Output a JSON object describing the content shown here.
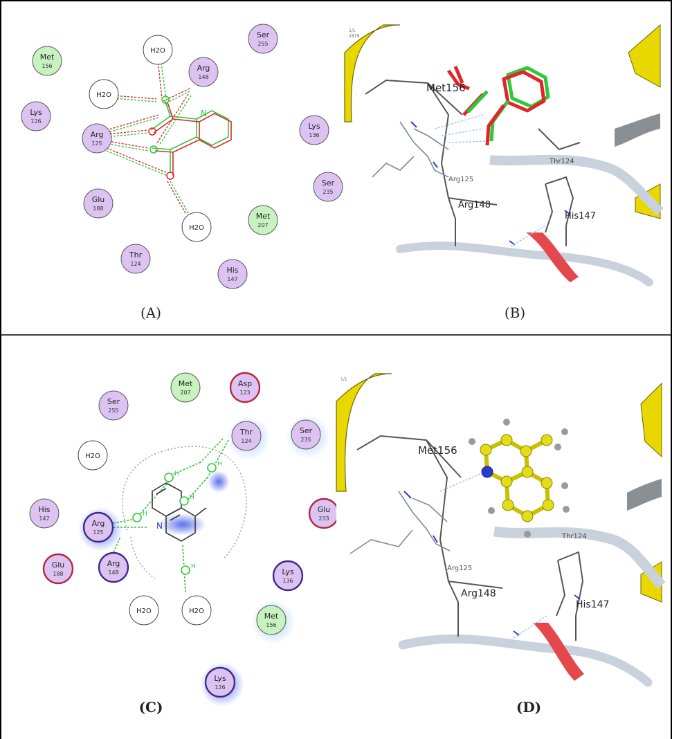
{
  "panels": {
    "A": {
      "caption": "(A)",
      "residues": [
        {
          "name": "Met",
          "num": "156",
          "kind": "hydrophobic"
        },
        {
          "name": "Lys",
          "num": "126",
          "kind": "polar"
        },
        {
          "name": "Arg",
          "num": "125",
          "kind": "polar"
        },
        {
          "name": "Glu",
          "num": "188",
          "kind": "polar"
        },
        {
          "name": "Thr",
          "num": "124",
          "kind": "polar"
        },
        {
          "name": "Arg",
          "num": "148",
          "kind": "polar"
        },
        {
          "name": "Ser",
          "num": "255",
          "kind": "polar"
        },
        {
          "name": "Lys",
          "num": "136",
          "kind": "polar"
        },
        {
          "name": "Ser",
          "num": "235",
          "kind": "polar"
        },
        {
          "name": "Met",
          "num": "207",
          "kind": "hydrophobic"
        },
        {
          "name": "His",
          "num": "147",
          "kind": "polar"
        }
      ],
      "waters": [
        "H2O",
        "H2O",
        "H2O"
      ],
      "ligand_atom": "N"
    },
    "B": {
      "caption": "(B)",
      "labels": {
        "met": "Met156",
        "arg125": "Arg125",
        "arg148": "Arg148",
        "thr": "Thr124",
        "his": "His147"
      },
      "corner_text": [
        "1/1",
        "2879"
      ]
    },
    "C": {
      "caption": "(C)",
      "residues": [
        {
          "name": "Ser",
          "num": "255",
          "kind": "polar"
        },
        {
          "name": "Met",
          "num": "207",
          "kind": "hydrophobic"
        },
        {
          "name": "Asp",
          "num": "123",
          "kind": "acidic"
        },
        {
          "name": "Thr",
          "num": "124",
          "kind": "polar"
        },
        {
          "name": "Ser",
          "num": "235",
          "kind": "polar"
        },
        {
          "name": "His",
          "num": "147",
          "kind": "polar"
        },
        {
          "name": "Glu",
          "num": "233",
          "kind": "acidic"
        },
        {
          "name": "Arg",
          "num": "125",
          "kind": "basic"
        },
        {
          "name": "Arg",
          "num": "148",
          "kind": "basic"
        },
        {
          "name": "Lys",
          "num": "136",
          "kind": "basic"
        },
        {
          "name": "Glu",
          "num": "188",
          "kind": "acidic"
        },
        {
          "name": "Met",
          "num": "156",
          "kind": "hydrophobic"
        },
        {
          "name": "Lys",
          "num": "126",
          "kind": "basic"
        }
      ],
      "waters": [
        "H2O",
        "H2O",
        "H2O"
      ],
      "ligand_atom": "N",
      "hbond_symbol": "H"
    },
    "D": {
      "caption": "(D)",
      "labels": {
        "met": "Met156",
        "arg125": "Arg125",
        "arg148": "Arg148",
        "thr": "Thr124",
        "his": "His147"
      },
      "corner_text": [
        "1/1"
      ]
    }
  },
  "colors": {
    "polar": "#dcc3f2",
    "hydrophobic": "#c8f2c0",
    "acidic_ring": "#b4283c",
    "basic_ring": "#3c2a8c",
    "ligand_red": "#e0262a",
    "ligand_green": "#2ec83a",
    "ribbon_yellow": "#e9d800",
    "ribbon_red": "#e4484c",
    "ribbon_grey": "#c9d2dc"
  }
}
